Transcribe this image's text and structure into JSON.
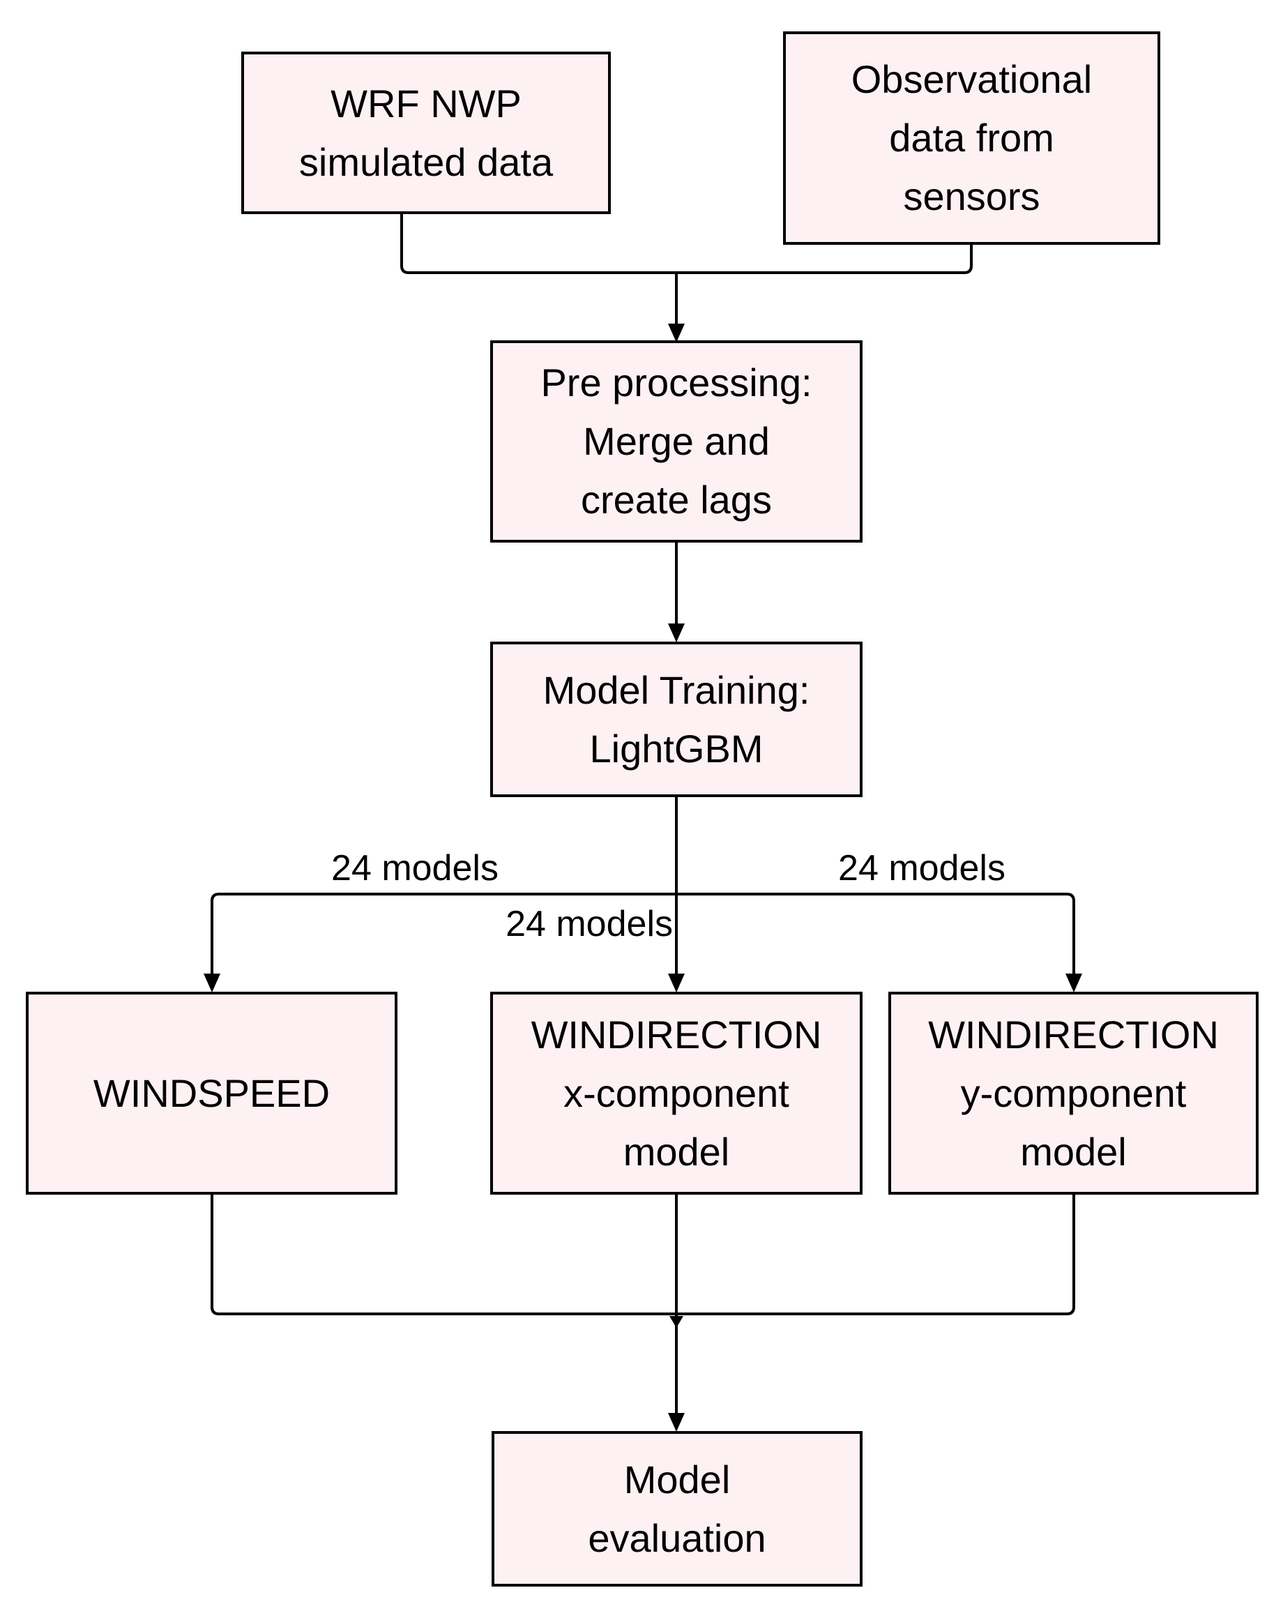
{
  "nodes": {
    "wrf": {
      "label": "WRF NWP\nsimulated data"
    },
    "obs": {
      "label": "Observational\ndata from\nsensors"
    },
    "pre": {
      "label": "Pre processing:\nMerge and\ncreate lags"
    },
    "train": {
      "label": "Model Training:\nLightGBM"
    },
    "windspeed": {
      "label": "WINDSPEED"
    },
    "xcomp": {
      "label": "WINDIRECTION\nx-component\nmodel"
    },
    "ycomp": {
      "label": "WINDIRECTION\ny-component\nmodel"
    },
    "eval": {
      "label": "Model\nevaluation"
    }
  },
  "edge_labels": {
    "left": "24 models",
    "center": "24 models",
    "right": "24 models"
  },
  "colors": {
    "node_fill": "#FDF1F3",
    "node_border": "#000000",
    "connector": "#000000",
    "background": "#FFFFFF",
    "text": "#000000"
  }
}
